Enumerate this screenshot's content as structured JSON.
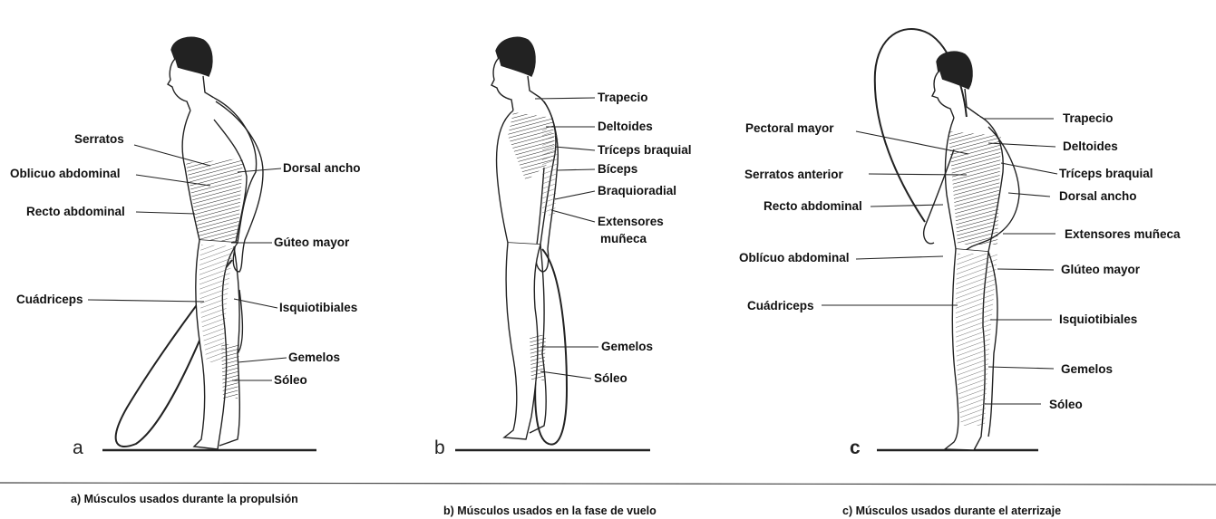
{
  "panels": [
    {
      "letter": "a",
      "caption": "a) Músculos usados durante la propulsión",
      "labels": [
        "Serratos",
        "Oblicuo abdominal",
        "Recto abdominal",
        "Cuádriceps",
        "Dorsal ancho",
        "Gúteo mayor",
        "Isquiotibiales",
        "Gemelos",
        "Sóleo"
      ]
    },
    {
      "letter": "b",
      "caption": "b) Músculos usados en la fase de vuelo",
      "labels": [
        "Trapecio",
        "Deltoides",
        "Tríceps braquial",
        "Bíceps",
        "Braquioradial",
        "Extensores",
        "muñeca",
        "Gemelos",
        "Sóleo"
      ]
    },
    {
      "letter": "c",
      "caption": "c) Músculos usados durante el aterrizaje",
      "labels": [
        "Pectoral mayor",
        "Serratos anterior",
        "Recto abdominal",
        "Oblícuo abdominal",
        "Cuádriceps",
        "Trapecio",
        "Deltoides",
        "Tríceps braquial",
        "Dorsal ancho",
        "Extensores muñeca",
        "Glúteo mayor",
        "Isquiotibiales",
        "Gemelos",
        "Sóleo"
      ]
    }
  ]
}
